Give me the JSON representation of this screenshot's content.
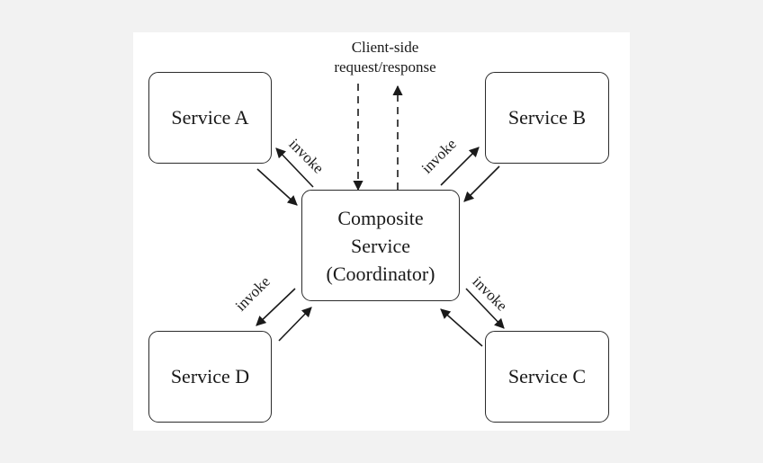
{
  "services": {
    "a": "Service A",
    "b": "Service B",
    "c": "Service C",
    "d": "Service D"
  },
  "composite": {
    "line1": "Composite",
    "line2": "Service",
    "line3": "(Coordinator)"
  },
  "client": {
    "line1": "Client-side",
    "line2": "request/response"
  },
  "edge_labels": {
    "a": "invoke",
    "b": "invoke",
    "c": "invoke",
    "d": "invoke"
  }
}
